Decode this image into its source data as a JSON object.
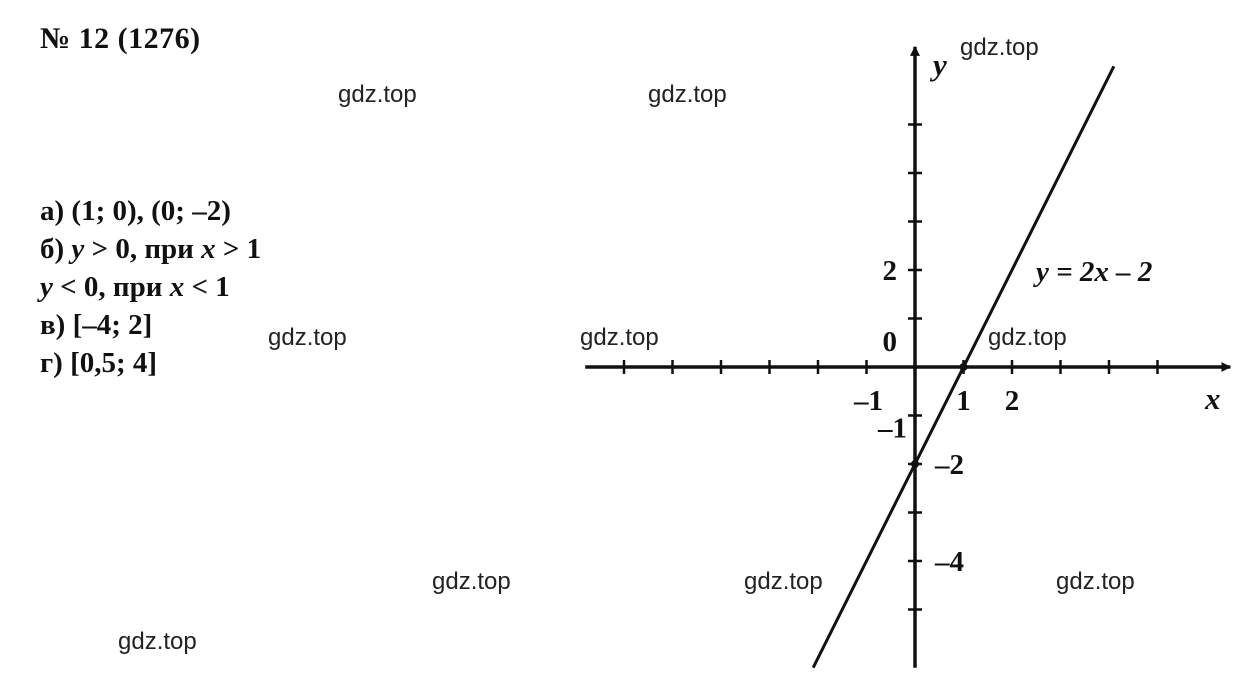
{
  "problem": {
    "number": "№ 12 (1276)"
  },
  "answers": {
    "a": "а) (1; 0), (0; –2)",
    "b1_prefix": "б) ",
    "b1_var1": "y",
    "b1_mid": " > 0, при ",
    "b1_var2": "x",
    "b1_end": " > 1",
    "b2_var1": "y",
    "b2_mid": " < 0, при ",
    "b2_var2": "x",
    "b2_end": " < 1",
    "c": "в) [–4; 2]",
    "d": "г) [0,5; 4]"
  },
  "watermarks": [
    "gdz.top",
    "gdz.top",
    "gdz.top",
    "gdz.top",
    "gdz.top",
    "gdz.top",
    "gdz.top",
    "gdz.top",
    "gdz.top",
    "gdz.top"
  ],
  "chart_data": {
    "type": "line",
    "x_axis_label": "x",
    "y_axis_label": "y",
    "origin_label": "0",
    "x_tick_labels": [
      {
        "x": -1,
        "label": "–1"
      },
      {
        "x": 1,
        "label": "1"
      },
      {
        "x": 2,
        "label": "2"
      }
    ],
    "y_tick_labels": [
      {
        "y": 2,
        "label": "2"
      },
      {
        "y": -1,
        "label": "–1"
      },
      {
        "y": -2,
        "label": "–2"
      },
      {
        "y": -4,
        "label": "–4"
      }
    ],
    "x_ticks": [
      -6,
      -5,
      -4,
      -3,
      -2,
      -1,
      1,
      2,
      3,
      4,
      5
    ],
    "y_ticks": [
      5,
      4,
      3,
      2,
      1,
      -1,
      -2,
      -3,
      -4,
      -5
    ],
    "xlim": [
      -6.8,
      6.5
    ],
    "ylim": [
      -6.2,
      6.6
    ],
    "series": [
      {
        "label": "y = 2x – 2",
        "slope": 2,
        "intercept": -2,
        "x_range": [
          -2.1,
          4.1
        ]
      }
    ],
    "points": [
      {
        "x": 1,
        "y": 0
      },
      {
        "x": 0,
        "y": -2
      }
    ],
    "grid": false
  }
}
